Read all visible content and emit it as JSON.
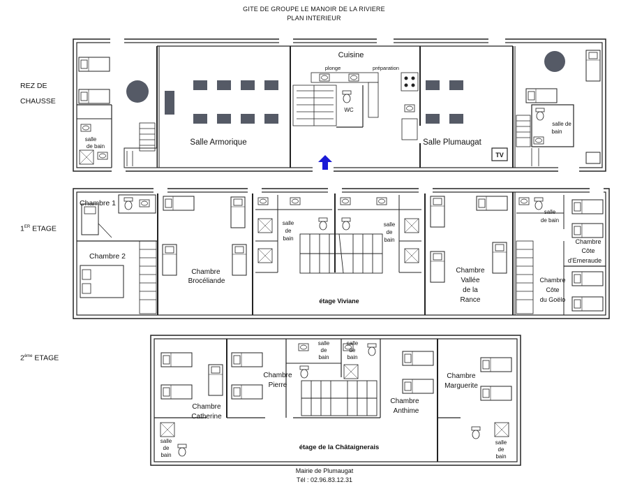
{
  "header": {
    "line1": "GITE DE GROUPE LE MANOIR DE LA RIVIERE",
    "line2": "PLAN INTERIEUR"
  },
  "floors": {
    "ground": {
      "label_line1": "REZ DE",
      "label_line2": "CHAUSSE"
    },
    "first": {
      "label_num": "1",
      "label_sup": "ER",
      "label_text": " ETAGE"
    },
    "second": {
      "label_num": "2",
      "label_sup": "ème",
      "label_text": " ETAGE"
    }
  },
  "rooms": {
    "cuisine": "Cuisine",
    "plonge": "plonge",
    "preparation": "préparation",
    "wc": "WC",
    "salle_armorique": "Salle Armorique",
    "salle_plumaugat": "Salle Plumaugat",
    "tv": "TV",
    "sdb_g_left": [
      "salle",
      "de bain"
    ],
    "sdb_g_right": [
      "salle de",
      "bain"
    ],
    "chambre1": "Chambre 1",
    "chambre2": "Chambre 2",
    "broceliande": [
      "Chambre",
      "Brocéliande"
    ],
    "sdb_1a": [
      "salle",
      "de",
      "bain"
    ],
    "sdb_1b": [
      "salle",
      "de",
      "bain"
    ],
    "viviane": "étage Viviane",
    "vallee": [
      "Chambre",
      "Vallée",
      "de la",
      "Rance"
    ],
    "sdb_1c": [
      "salle",
      "de bain"
    ],
    "emeraude": [
      "Chambre",
      "Côte",
      "d'Emeraude"
    ],
    "goelo": [
      "Chambre",
      "Côte",
      "du Goëlo"
    ],
    "catherine": [
      "Chambre",
      "Catherine"
    ],
    "pierre": [
      "Chambre",
      "Pierre"
    ],
    "sdb_2a": [
      "salle",
      "de",
      "bain"
    ],
    "sdb_2b": [
      "salle",
      "de",
      "bain"
    ],
    "anthime": [
      "Chambre",
      "Anthime"
    ],
    "marguerite": [
      "Chambre",
      "Marguerite"
    ],
    "sdb_2c": [
      "salle",
      "de",
      "bain"
    ],
    "sdb_2d": [
      "salle",
      "de",
      "bain"
    ],
    "chataigneraie": "étage de la Châtaignerais"
  },
  "footer": {
    "line1": "Mairie de Plumaugat",
    "line2": "Tél : 02.96.83.12.31"
  },
  "colors": {
    "wall": "#222222",
    "table": "#555a66",
    "entrance_arrow": "#1a1ad6"
  }
}
